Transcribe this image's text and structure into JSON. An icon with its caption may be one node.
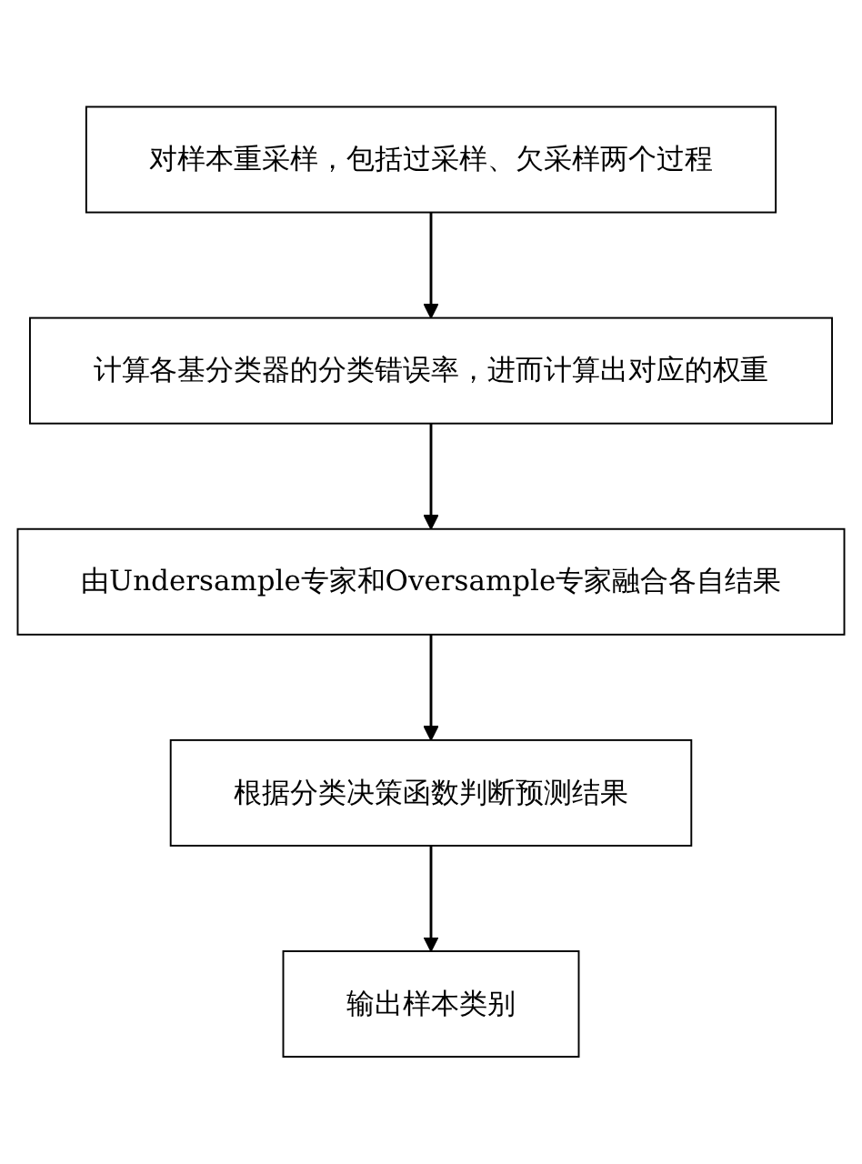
{
  "diagram": {
    "nodes": [
      {
        "text": [
          "对样本重采样，包括过采样、欠采样两个过程"
        ]
      },
      {
        "text": [
          "计算各基分类器的分类错误率，进而计算出对应的权重"
        ]
      },
      {
        "text": [
          "由Undersample专家和Oversample专家融合各自结果"
        ]
      },
      {
        "text": [
          "根据分类决策函数判断预测结果"
        ]
      },
      {
        "text": [
          "输出样本类别"
        ]
      }
    ],
    "edges": [
      {
        "from": 0,
        "to": 1,
        "arrow": "to"
      },
      {
        "from": 1,
        "to": 2,
        "arrow": "to"
      },
      {
        "from": 2,
        "to": 3,
        "arrow": "to"
      },
      {
        "from": 3,
        "to": 4,
        "arrow": "to"
      }
    ]
  }
}
